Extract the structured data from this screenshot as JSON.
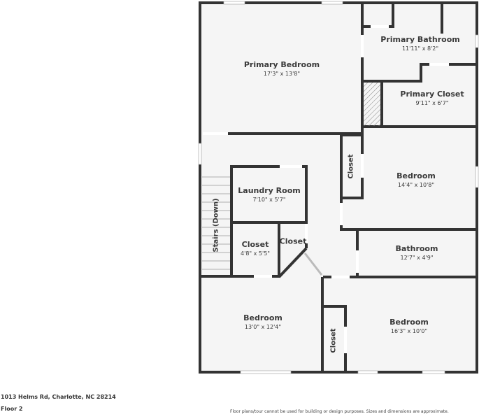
{
  "floorplan": {
    "rooms": [
      {
        "id": "primary-bedroom",
        "name": "Primary Bedroom",
        "dims": "17'3\" x 13'8\""
      },
      {
        "id": "primary-bathroom",
        "name": "Primary Bathroom",
        "dims": "11'11\" x 8'2\""
      },
      {
        "id": "primary-closet",
        "name": "Primary Closet",
        "dims": "9'11\" x 6'7\""
      },
      {
        "id": "laundry-room",
        "name": "Laundry Room",
        "dims": "7'10\" x 5'7\""
      },
      {
        "id": "closet-hall",
        "name": "Closet",
        "dims": "4'8\" x 5'5\""
      },
      {
        "id": "closet-angled",
        "name": "Closet",
        "dims": ""
      },
      {
        "id": "closet-bedroom-2",
        "name": "Closet",
        "dims": ""
      },
      {
        "id": "bedroom-2",
        "name": "Bedroom",
        "dims": "14'4\" x 10'8\""
      },
      {
        "id": "bathroom",
        "name": "Bathroom",
        "dims": "12'7\" x 4'9\""
      },
      {
        "id": "bedroom-3",
        "name": "Bedroom",
        "dims": "13'0\" x 12'4\""
      },
      {
        "id": "bedroom-4",
        "name": "Bedroom",
        "dims": "16'3\" x 10'0\""
      },
      {
        "id": "closet-bedroom-4",
        "name": "Closet",
        "dims": ""
      },
      {
        "id": "stairs",
        "name": "Stairs (Down)",
        "dims": ""
      }
    ],
    "colors": {
      "wall": "#333333",
      "floor": "#f5f5f5",
      "window": "#ffffff",
      "text": "#3a3a3a"
    }
  },
  "footer": {
    "address": "1013 Helms Rd, Charlotte, NC 28214",
    "floor": "Floor 2",
    "disclaimer": "Floor plans/tour cannot be used for building or design purposes. Sizes and dimensions are approximate."
  }
}
